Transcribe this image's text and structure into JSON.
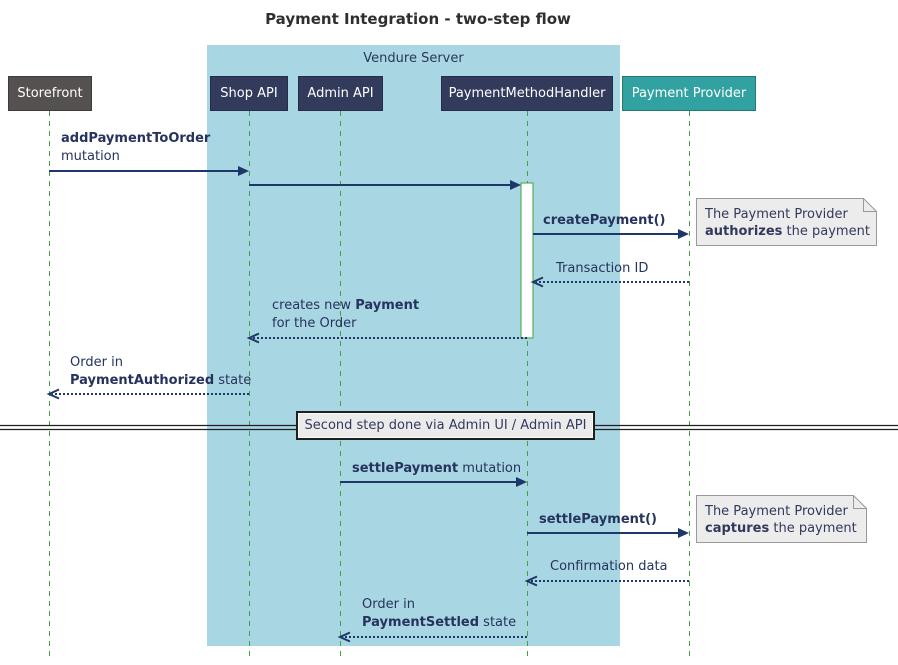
{
  "title": "Payment Integration - two-step flow",
  "frame": {
    "label": "Vendure Server"
  },
  "participants": {
    "storefront": "Storefront",
    "shop_api": "Shop API",
    "admin_api": "Admin API",
    "handler": "PaymentMethodHandler",
    "provider": "Payment Provider"
  },
  "messages": {
    "add_payment": {
      "bold": "addPaymentToOrder",
      "line2": "mutation"
    },
    "create_payment": {
      "bold": "createPayment()"
    },
    "transaction_id": {
      "text": "Transaction ID"
    },
    "creates_payment": {
      "pre": "creates new ",
      "bold": "Payment",
      "line2": "for the Order"
    },
    "order_authorized": {
      "line1": "Order in",
      "bold": "PaymentAuthorized",
      "post": " state"
    },
    "settle_mutation": {
      "bold": "settlePayment",
      "post": " mutation"
    },
    "settle_call": {
      "bold": "settlePayment()"
    },
    "confirmation": {
      "text": "Confirmation data"
    },
    "order_settled": {
      "line1": "Order in",
      "bold": "PaymentSettled",
      "post": " state"
    }
  },
  "notes": {
    "authorize": {
      "line1": "The Payment Provider",
      "bold": "authorizes",
      "post": " the payment"
    },
    "capture": {
      "line1": "The Payment Provider",
      "bold": "captures",
      "post": " the payment"
    }
  },
  "divider": {
    "label": "Second step done via Admin UI / Admin API"
  },
  "colors": {
    "frame_fill": "#A9D6E3",
    "participant_navy": "#333B5D",
    "participant_gray": "#555150",
    "participant_teal": "#31A1A1",
    "lifeline_green": "#3FA43F",
    "arrow_navy": "#1C3768",
    "note_fill": "#ECECEC",
    "note_border": "#999999",
    "text_navy": "#26335D"
  }
}
